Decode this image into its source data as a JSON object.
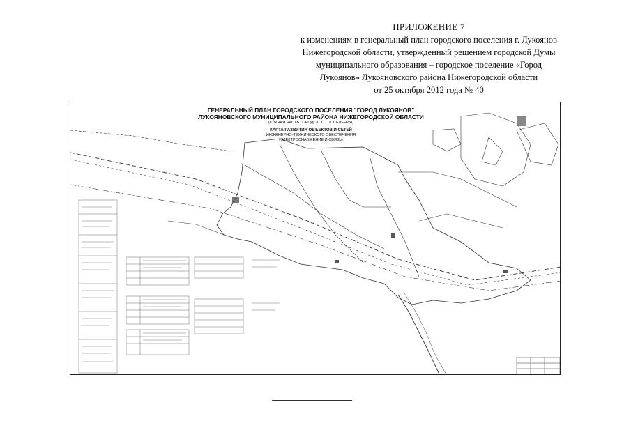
{
  "appendix": {
    "title": "ПРИЛОЖЕНИЕ 7",
    "lines": [
      "к изменениям в генеральный план городского поселения г. Лукоянов",
      "Нижегородской области, утвержденный решением городской Думы",
      "муниципального образования – городское поселение «Город",
      "Лукоянов» Лукояновского района Нижегородской области",
      "от 25 октября 2012 года № 40"
    ]
  },
  "map": {
    "title_line1": "ГЕНЕРАЛЬНЫЙ ПЛАН ГОРОДСКОГО ПОСЕЛЕНИЯ \"ГОРОД ЛУКОЯНОВ\"",
    "title_line2": "ЛУКОЯНОВСКОГО МУНИЦИПАЛЬНОГО РАЙОНА НИЖЕГОРОДСКОЙ ОБЛАСТИ",
    "subtitle": "(ЮЖНАЯ ЧАСТЬ ГОРОДСКОГО ПОСЕЛЕНИЯ)",
    "sheet_title": "КАРТА РАЗВИТИЯ ОБЪЕКТОВ И СЕТЕЙ",
    "sheet_title_2": "ИНЖЕНЕРНО-ТЕХНИЧЕСКОГО ОБЕСПЕЧЕНИЯ",
    "sheet_title_3": "(ЭЛЕКТРОСНАБЖЕНИЕ И СВЯЗЬ)"
  }
}
